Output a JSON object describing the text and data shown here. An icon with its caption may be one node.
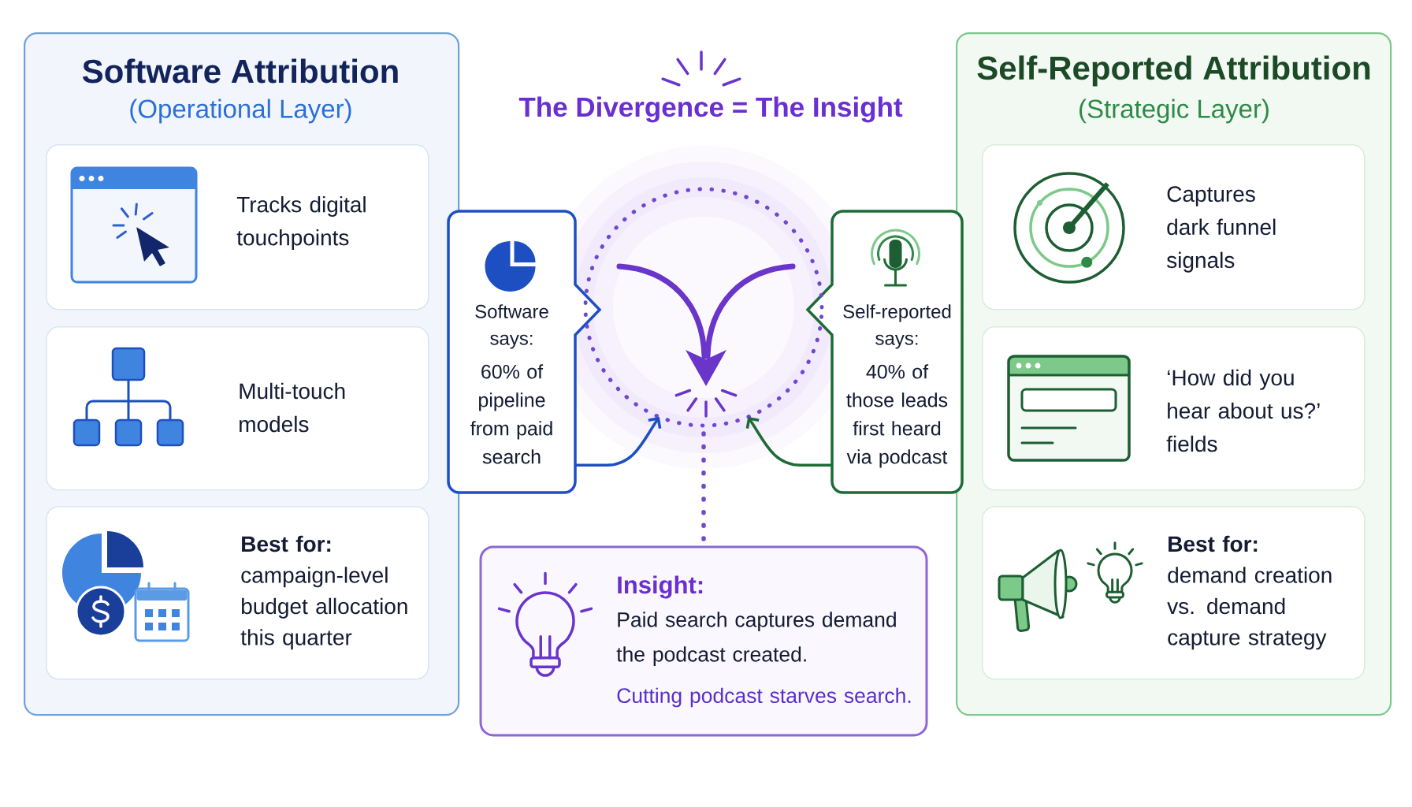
{
  "diagram": {
    "title": "The Divergence = The Insight",
    "nodes": [
      {
        "text": [
          "Software Attribution",
          "(Operational Layer)"
        ]
      },
      {
        "text": [
          "Tracks digital touchpoints"
        ],
        "in": 0
      },
      {
        "text": [
          "Multi-touch models"
        ],
        "in": 0
      },
      {
        "text": [
          "Best for:",
          "campaign-level budget allocation this quarter"
        ],
        "in": 0
      },
      {
        "text": [
          "Self-Reported Attribution",
          "(Strategic Layer)"
        ]
      },
      {
        "text": [
          "Captures dark funnel signals"
        ],
        "in": 4
      },
      {
        "text": [
          "‘How did you hear about us?’ fields"
        ],
        "in": 4
      },
      {
        "text": [
          "Best for:",
          "demand creation vs. demand capture strategy"
        ],
        "in": 4
      },
      {
        "text": [
          "Software says:",
          "60% of pipeline from paid search"
        ]
      },
      {
        "text": [
          "Self-reported says:",
          "40% of those leads first heard via podcast"
        ]
      },
      {
        "text": [],
        "shape": "circle"
      },
      {
        "text": [
          "Insight:",
          "Paid search captures demand the podcast created.",
          "Cutting podcast starves search."
        ]
      }
    ],
    "edges": [
      {
        "from": 8,
        "to": 10,
        "arrow": "to",
        "color": "#1e4fc2"
      },
      {
        "from": 9,
        "to": 10,
        "arrow": "to",
        "color": "#1d6b35"
      },
      {
        "from": 10,
        "to": 11,
        "arrow": "none",
        "style": "dashed",
        "color": "#7048d0"
      }
    ]
  }
}
